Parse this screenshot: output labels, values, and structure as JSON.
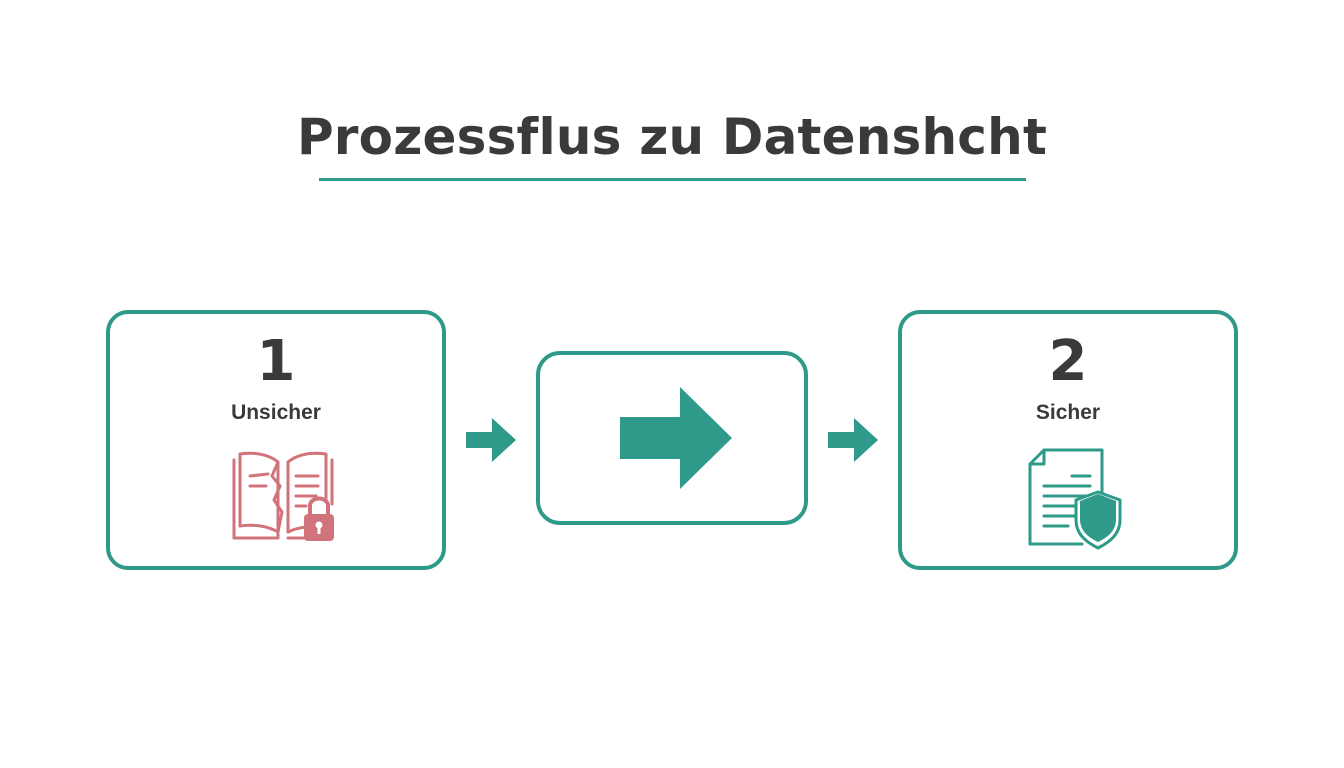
{
  "title": "Prozessflus zu Datenshcht",
  "steps": [
    {
      "number": "1",
      "label": "Unsicher",
      "icon": "broken-book-lock-icon",
      "icon_color": "#d0737a"
    },
    {
      "number": "2",
      "label": "Sicher",
      "icon": "document-shield-icon",
      "icon_color": "#2f9a8a"
    }
  ],
  "connectors": [
    {
      "icon": "arrow-right-icon"
    },
    {
      "icon": "arrow-right-icon"
    }
  ],
  "center": {
    "icon": "large-arrow-right-icon"
  },
  "colors": {
    "accent": "#2f9a8a",
    "insecure": "#d0737a",
    "text": "#3a3a3a",
    "background": "#ffffff"
  }
}
